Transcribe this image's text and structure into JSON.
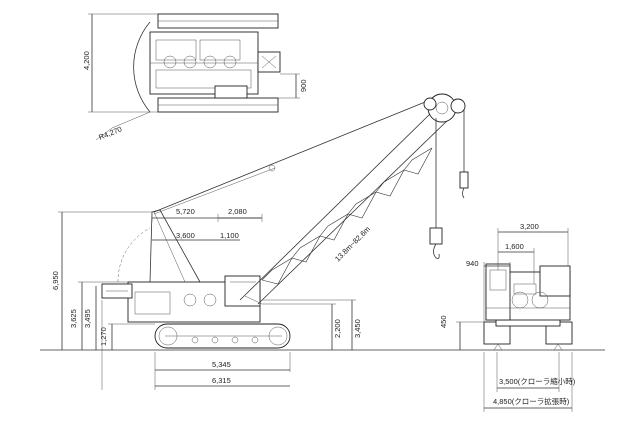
{
  "dimensions": {
    "top_height": "4,200",
    "top_track": "900",
    "tail_radius": "R4,270",
    "w5720": "5,720",
    "w2080": "2,080",
    "w3600": "3,600",
    "w1100": "1,100",
    "h6950": "6,950",
    "h3625": "3,625",
    "h3495": "3,495",
    "h1270": "1,270",
    "h2200": "2,200",
    "h3450": "3,450",
    "boom_len": "13.8m~82.6m",
    "w5345": "5,345",
    "w6315": "6,315",
    "f3200": "3,200",
    "f1600": "1,600",
    "f940": "940",
    "f450": "450",
    "f3500": "3,500(クローラ縮小時)",
    "f4850": "4,850(クローラ拡張時)"
  }
}
